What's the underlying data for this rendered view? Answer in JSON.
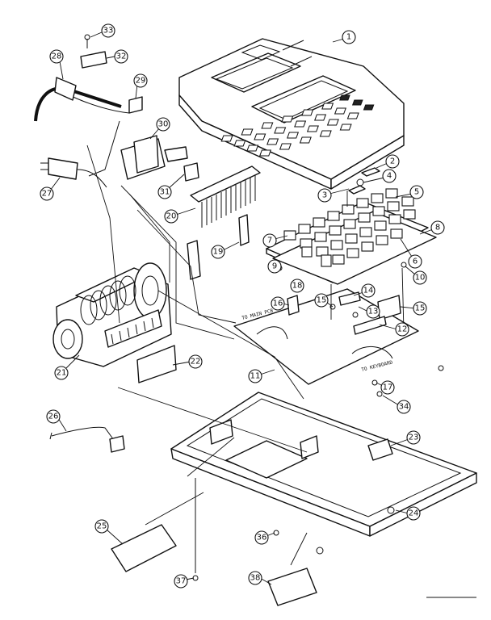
{
  "callouts": [
    {
      "n": "1"
    },
    {
      "n": "2"
    },
    {
      "n": "3"
    },
    {
      "n": "4"
    },
    {
      "n": "5"
    },
    {
      "n": "6"
    },
    {
      "n": "7"
    },
    {
      "n": "8"
    },
    {
      "n": "9"
    },
    {
      "n": "10"
    },
    {
      "n": "11"
    },
    {
      "n": "12"
    },
    {
      "n": "13"
    },
    {
      "n": "14"
    },
    {
      "n": "15"
    },
    {
      "n": "15"
    },
    {
      "n": "16"
    },
    {
      "n": "17"
    },
    {
      "n": "18"
    },
    {
      "n": "19"
    },
    {
      "n": "20"
    },
    {
      "n": "21"
    },
    {
      "n": "22"
    },
    {
      "n": "23"
    },
    {
      "n": "24"
    },
    {
      "n": "25"
    },
    {
      "n": "26"
    },
    {
      "n": "27"
    },
    {
      "n": "28"
    },
    {
      "n": "29"
    },
    {
      "n": "30"
    },
    {
      "n": "31"
    },
    {
      "n": "32"
    },
    {
      "n": "33"
    },
    {
      "n": "34"
    },
    {
      "n": "36"
    },
    {
      "n": "37"
    },
    {
      "n": "38"
    }
  ],
  "board_labels": {
    "left": "TO MAIN PCB",
    "right": "TO KEYBOARD"
  }
}
